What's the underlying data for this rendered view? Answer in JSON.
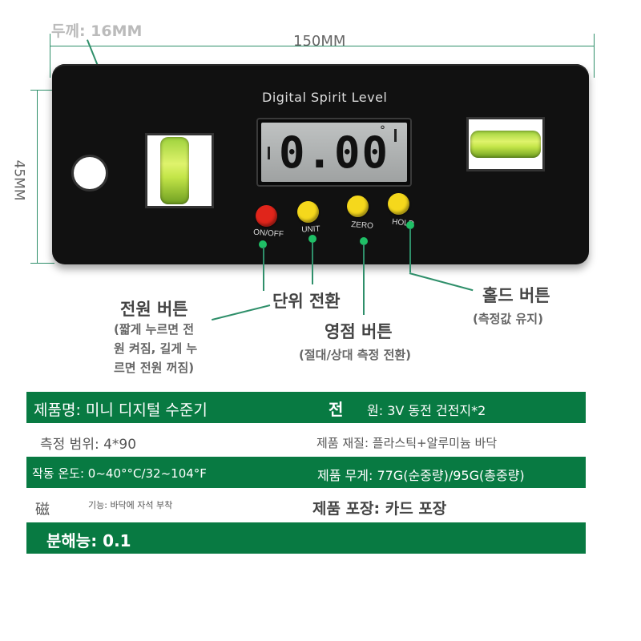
{
  "dimensions": {
    "thickness": "두께: 16MM",
    "length": "150MM",
    "height": "45MM"
  },
  "device": {
    "title": "Digital Spirit Level",
    "display_value": "0.00",
    "degree_symbol": "°",
    "buttons": [
      {
        "label": "ON/OFF",
        "color": "#e0251b"
      },
      {
        "label": "UNIT",
        "color": "#f5d81c"
      },
      {
        "label": "ZERO",
        "color": "#f5d81c"
      },
      {
        "label": "HOLD",
        "color": "#f5d81c"
      }
    ]
  },
  "callouts": {
    "power": {
      "title": "전원 버튼",
      "desc1": "(짧게 누르면 전",
      "desc2": "원 켜짐, 길게 누",
      "desc3": "르면 전원 꺼짐)"
    },
    "unit": {
      "title": "단위 전환"
    },
    "zero": {
      "title": "영점 버튼",
      "desc": "(절대/상대 측정 전환)"
    },
    "hold": {
      "title": "홀드 버튼",
      "desc": "(측정값 유지)"
    }
  },
  "specs": {
    "name": "제품명: 미니 디지털 수준기",
    "power_char": "전",
    "power_rest": "원: 3V 동전 건전지*2",
    "range": "측정 범위: 4*90",
    "material": "제품 재질: 플라스틱+알루미늄 바닥",
    "temp": "작동 온도: 0~40°°C/32~104°F",
    "weight": "제품 무게: 77G(순중량)/95G(총중량)",
    "magnet_char": "磁",
    "magnet_rest": "기능: 바닥에 자석 부착",
    "package": "제품 포장: 카드 포장",
    "resolution": "분해능: 0.1"
  },
  "colors": {
    "band_green": "#087a42",
    "accent_green": "#1fbf66",
    "lcd": "#b0b3b3"
  }
}
